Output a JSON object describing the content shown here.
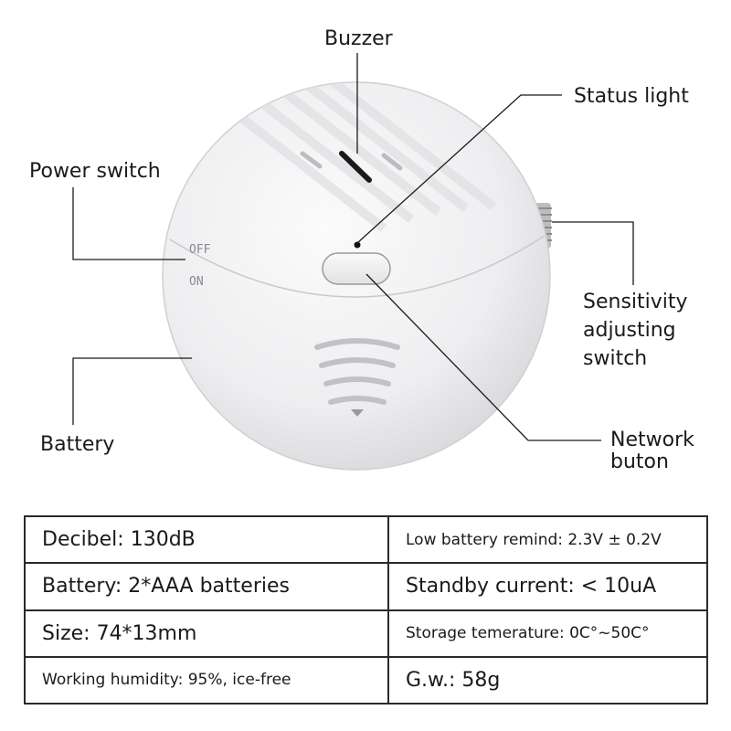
{
  "callouts": {
    "buzzer": "Buzzer",
    "status_light": "Status light",
    "power_switch": "Power switch",
    "sensitivity": [
      "Sensitivity",
      "adjusting",
      "switch"
    ],
    "battery": "Battery",
    "network": [
      "Network",
      "buton"
    ]
  },
  "device": {
    "switch_off": "OFF",
    "switch_on": "ON",
    "body_color": "#eeeeef",
    "edge_color": "#d2d2d4"
  },
  "specs": [
    [
      "Decibel: 130dB",
      "Low battery remind: 2.3V ± 0.2V"
    ],
    [
      "Battery: 2*AAA batteries",
      "Standby current: < 10uA"
    ],
    [
      "Size: 74*13mm",
      "Storage temerature: 0C°~50C°"
    ],
    [
      "Working humidity: 95%, ice-free",
      "G.w.: 58g"
    ]
  ]
}
